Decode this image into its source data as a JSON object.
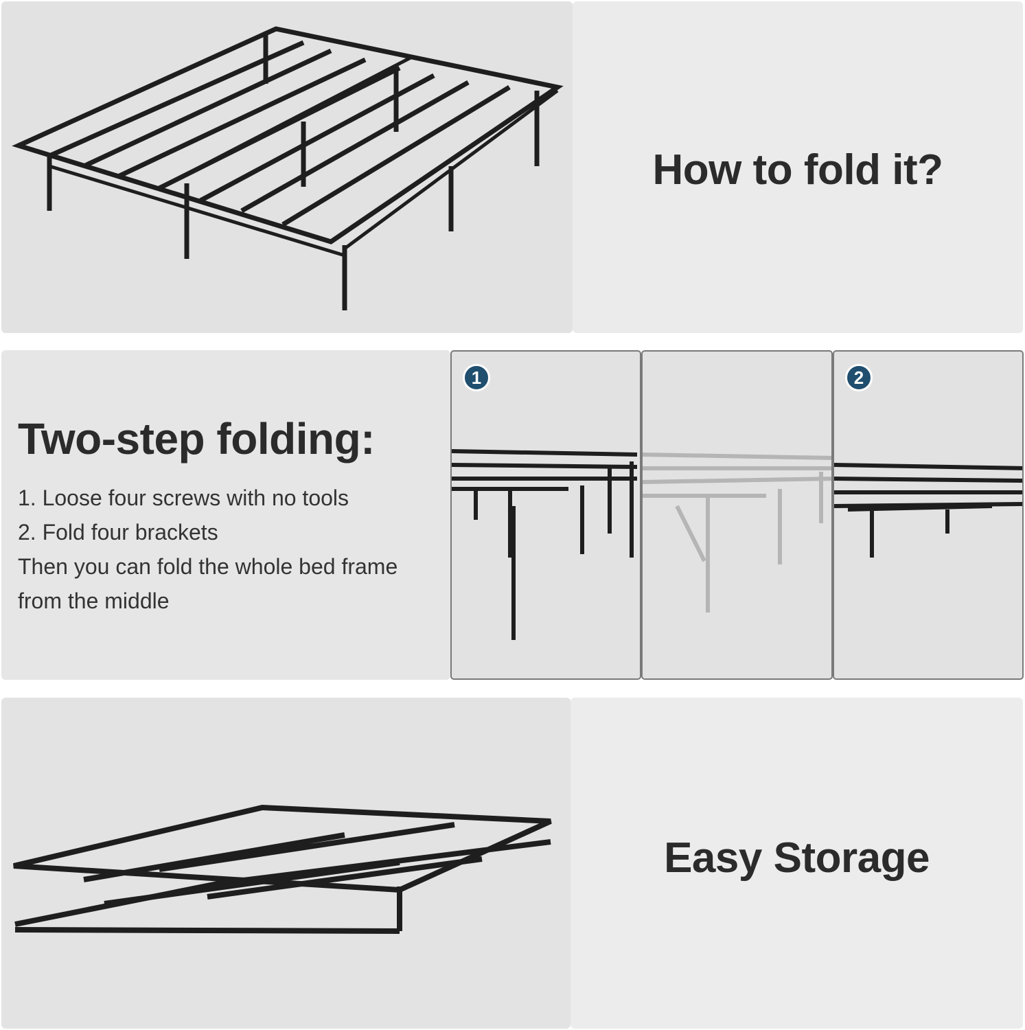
{
  "section1": {
    "title": "How to fold it?"
  },
  "section2": {
    "title": "Two-step folding:",
    "steps": [
      "1. Loose four screws with no tools",
      "2. Fold four brackets",
      "Then you can fold the whole bed frame",
      "from the middle"
    ],
    "badges": [
      "1",
      "2"
    ],
    "badge_color": "#1f4e6e"
  },
  "section3": {
    "title": "Easy Storage"
  }
}
